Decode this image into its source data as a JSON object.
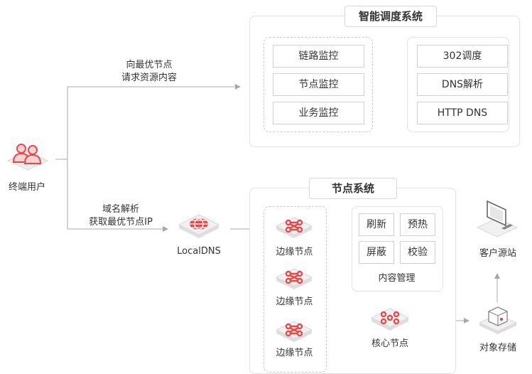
{
  "smart_dispatch": {
    "title": "智能调度系统",
    "monitors": [
      "链路监控",
      "节点监控",
      "业务监控"
    ],
    "methods": [
      "302调度",
      "DNS解析",
      "HTTP DNS"
    ]
  },
  "node_system": {
    "title": "节点系统",
    "edge_nodes": [
      "边缘节点",
      "边缘节点",
      "边缘节点"
    ],
    "content_ops": [
      "刷新",
      "预热",
      "屏蔽",
      "校验"
    ],
    "content_mgmt_label": "内容管理",
    "core_node": "核心节点"
  },
  "user": {
    "label": "终端用户"
  },
  "edges": {
    "to_dispatch": [
      "向最优节点",
      "请求资源内容"
    ],
    "dns": [
      "域名解析",
      "获取最优节点IP"
    ]
  },
  "local_dns": {
    "label": "LocalDNS"
  },
  "storage": {
    "label": "对象存储"
  },
  "origin": {
    "label": "客户源站"
  },
  "colors": {
    "accent": "#e84848",
    "line": "#a8a8a8",
    "border": "#d8d8d8"
  },
  "icons": [
    "user-group-icon",
    "localdns-icon",
    "edge-node-icon",
    "core-node-icon",
    "object-storage-icon",
    "origin-server-icon"
  ]
}
